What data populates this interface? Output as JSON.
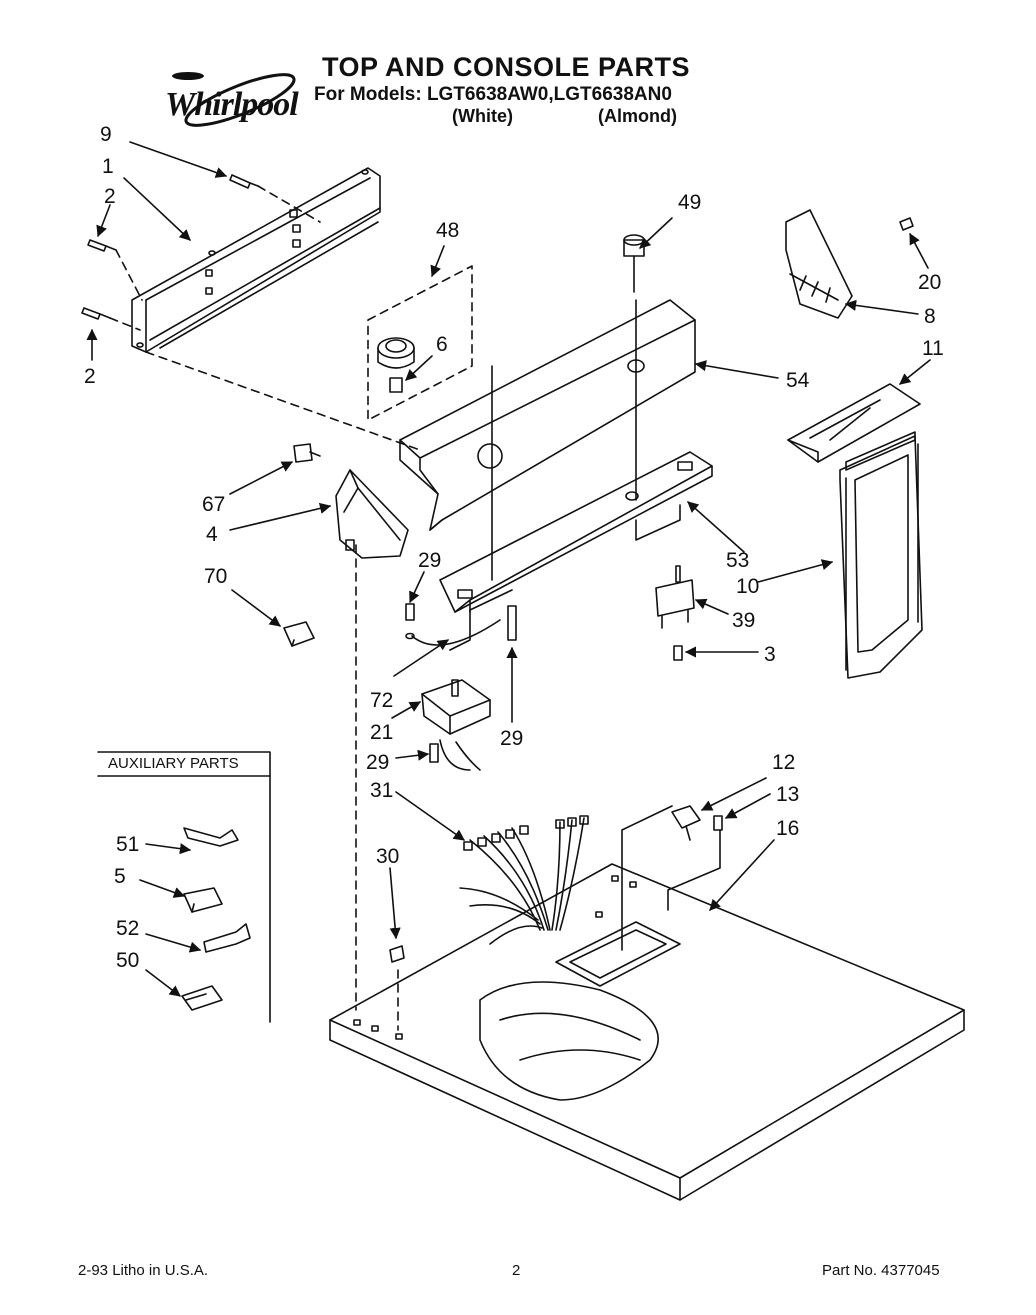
{
  "header": {
    "brand": "Whirlpool",
    "title": "TOP AND CONSOLE PARTS",
    "models": "For Models: LGT6638AW0,LGT6638AN0",
    "variants": [
      "(White)",
      "(Almond)"
    ]
  },
  "callouts": [
    "9",
    "1",
    "2",
    "2",
    "48",
    "6",
    "49",
    "20",
    "8",
    "11",
    "54",
    "67",
    "4",
    "53",
    "70",
    "29",
    "10",
    "39",
    "3",
    "72",
    "29",
    "21",
    "29",
    "31",
    "12",
    "13",
    "16",
    "30",
    "51",
    "5",
    "52",
    "50"
  ],
  "auxiliary": {
    "title": "AUXILIARY PARTS"
  },
  "footer": {
    "litho": "2-93 Litho in U.S.A.",
    "page": "2",
    "part_no": "Part No. 4377045"
  }
}
